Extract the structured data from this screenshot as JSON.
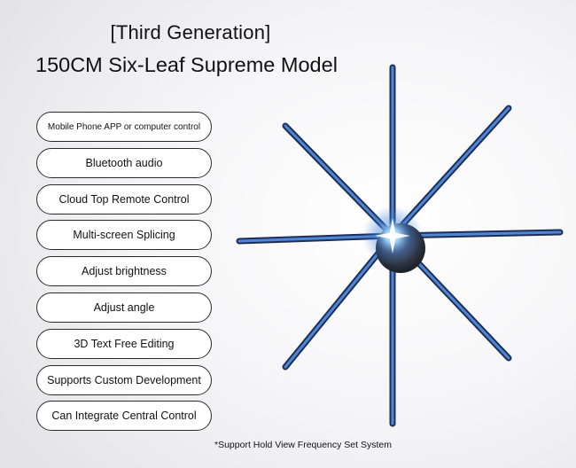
{
  "title_line_1": "[Third Generation]",
  "title_line_2": "150CM Six-Leaf Supreme Model",
  "features": [
    "Mobile Phone APP or computer control",
    "Bluetooth audio",
    "Cloud Top Remote Control",
    "Multi-screen Splicing",
    "Adjust brightness",
    "Adjust angle",
    "3D  Text Free Editing",
    "Supports Custom Development",
    "Can Integrate Central Control"
  ],
  "footnote": "*Support Hold View Frequency Set System",
  "colors": {
    "blade": "#3f6fb8",
    "blade_dark": "#1c2e55",
    "hub_glow": "#9fd8ff",
    "pill_border": "#2a2a2a"
  }
}
